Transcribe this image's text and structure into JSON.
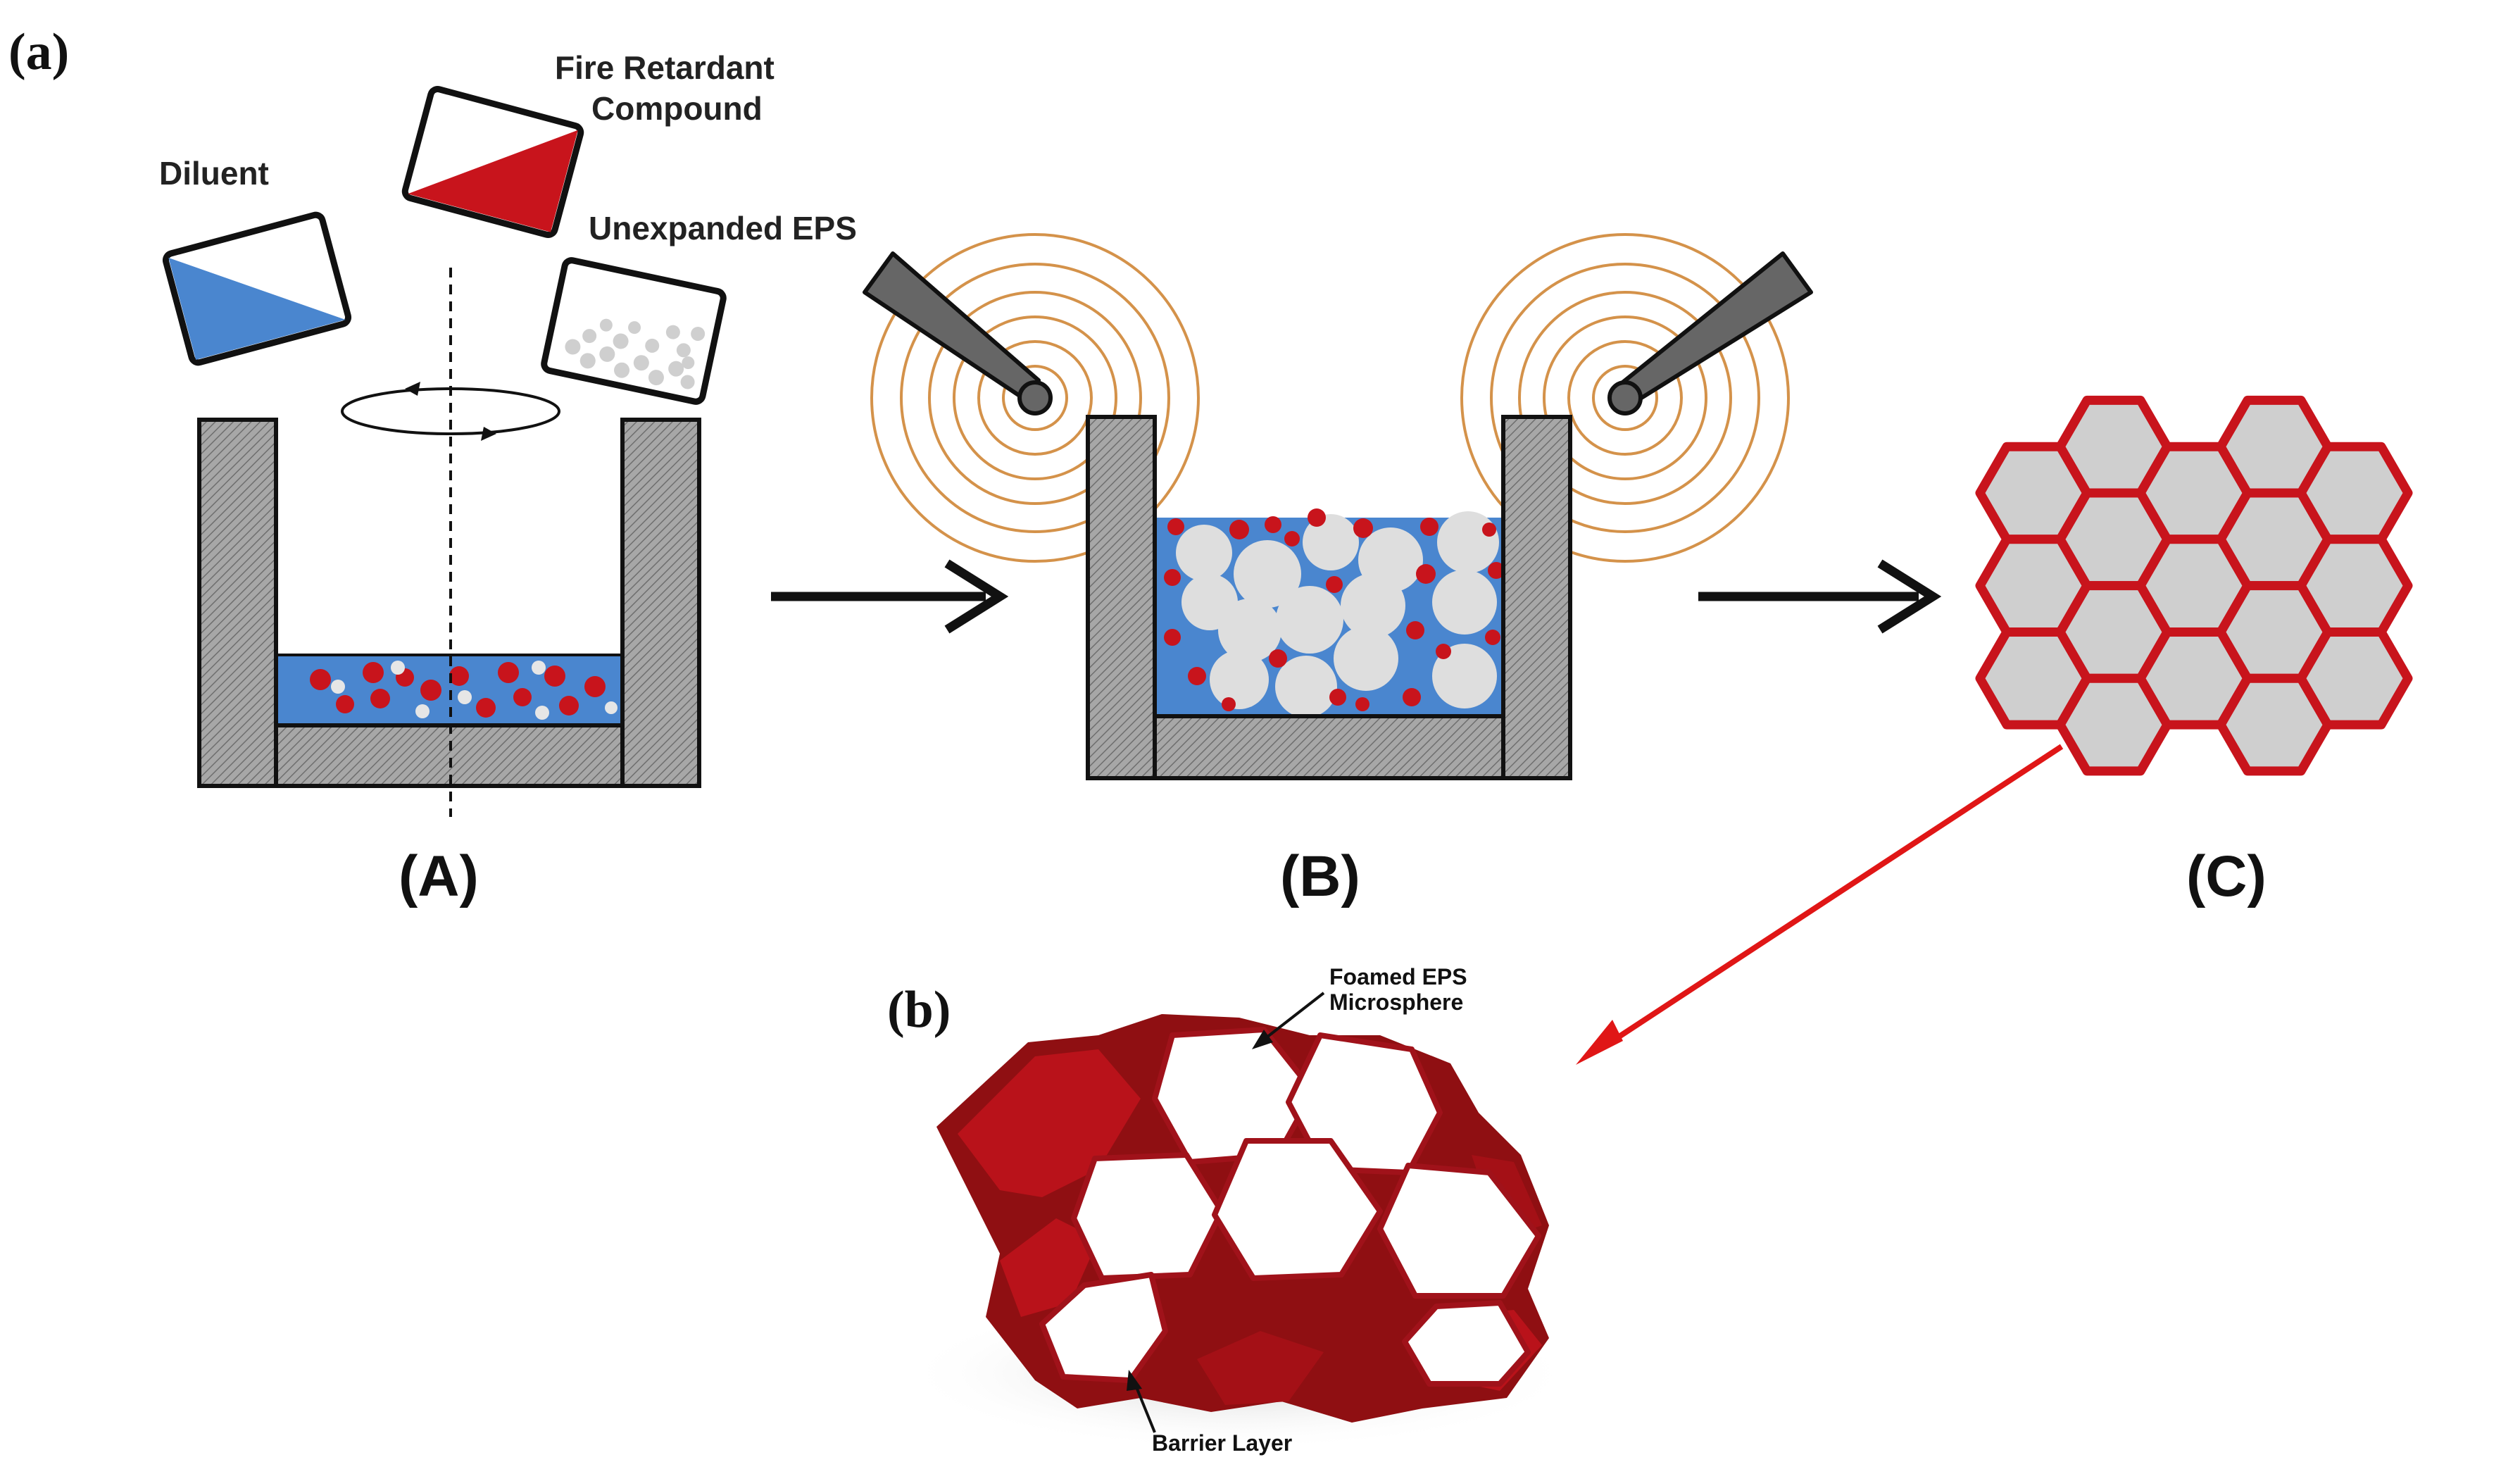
{
  "panels": {
    "a": "(a)",
    "b": "(b)"
  },
  "steps": {
    "A": "(A)",
    "B": "(B)",
    "C": "(C)"
  },
  "ingredients": {
    "diluent": "Diluent",
    "fire_retardant_line1": "Fire Retardant",
    "fire_retardant_line2": "Compound",
    "unexpanded_eps": "Unexpanded EPS"
  },
  "structure_labels": {
    "foamed_eps_line1": "Foamed EPS",
    "foamed_eps_line2": "Microsphere",
    "barrier_layer": "Barrier Layer"
  },
  "colors": {
    "diluent_blue": "#4a86cf",
    "retardant_red": "#c8141c",
    "eps_grey": "#d6d6d6",
    "wall_grey": "#9a9a9a",
    "ultrasound_orange": "#d4924a",
    "foam_dark_red": "#8f0f12",
    "pointer_red": "#e01616"
  }
}
